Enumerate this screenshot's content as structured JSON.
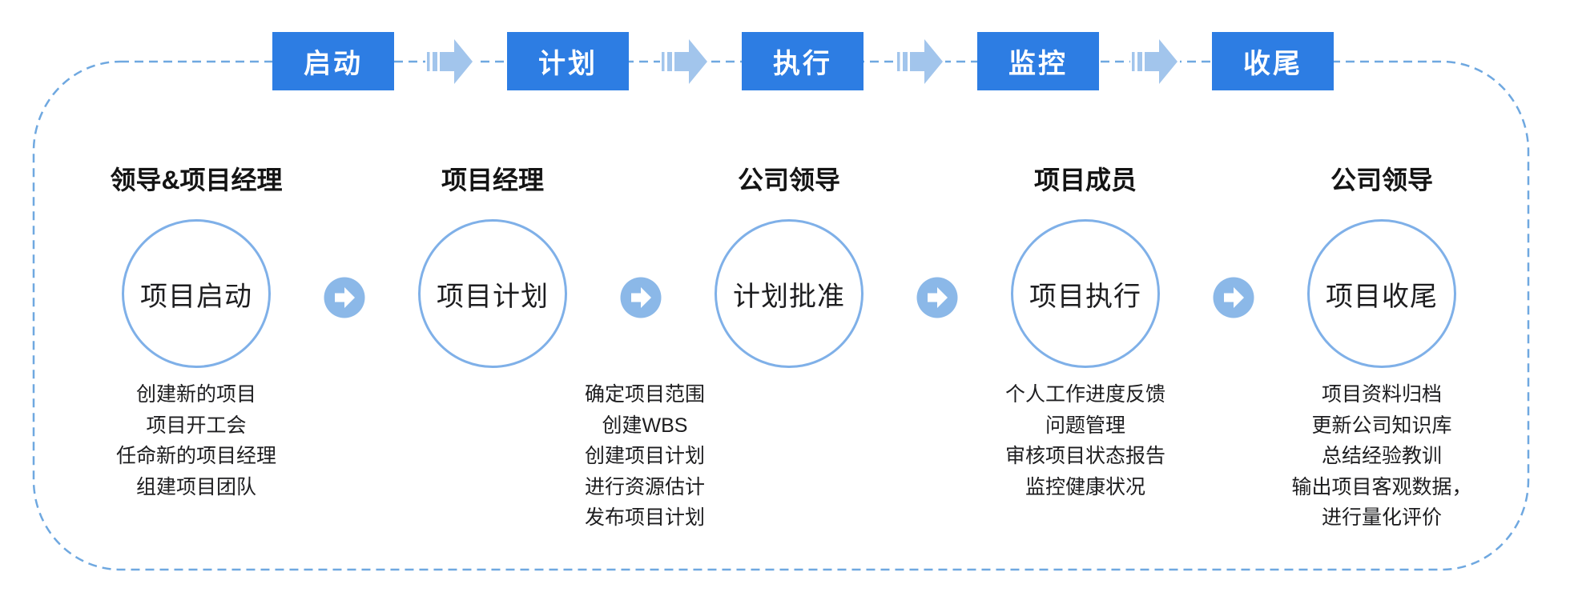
{
  "stages": [
    {
      "label": "启动"
    },
    {
      "label": "计划"
    },
    {
      "label": "执行"
    },
    {
      "label": "监控"
    },
    {
      "label": "收尾"
    }
  ],
  "columns": [
    {
      "role": "领导&项目经理",
      "circle": "项目启动",
      "tasks": [
        "创建新的项目",
        "项目开工会",
        "任命新的项目经理",
        "组建项目团队"
      ]
    },
    {
      "role": "项目经理",
      "circle": "项目计划",
      "tasks": [
        "确定项目范围",
        "创建WBS",
        "创建项目计划",
        "进行资源估计",
        "发布项目计划"
      ]
    },
    {
      "role": "公司领导",
      "circle": "计划批准",
      "tasks": []
    },
    {
      "role": "项目成员",
      "circle": "项目执行",
      "tasks": [
        "个人工作进度反馈",
        "问题管理",
        "审核项目状态报告",
        "监控健康状况"
      ]
    },
    {
      "role": "公司领导",
      "circle": "项目收尾",
      "tasks": [
        "项目资料归档",
        "更新公司知识库",
        "总结经验教训",
        "输出项目客观数据，",
        "进行量化评价"
      ]
    }
  ],
  "icons": {
    "stage_connector": "striped-right-arrow-icon",
    "step_connector": "circle-right-arrow-icon"
  },
  "colors": {
    "stage_box": "#2d7de3",
    "stage_text": "#ffffff",
    "striped_arrow": "#a2c5ec",
    "circle_border": "#7fb0e8",
    "arrow_circle": "#8bb8e8",
    "dashed_border": "#6fa8e0",
    "text": "#1d1d1f"
  }
}
